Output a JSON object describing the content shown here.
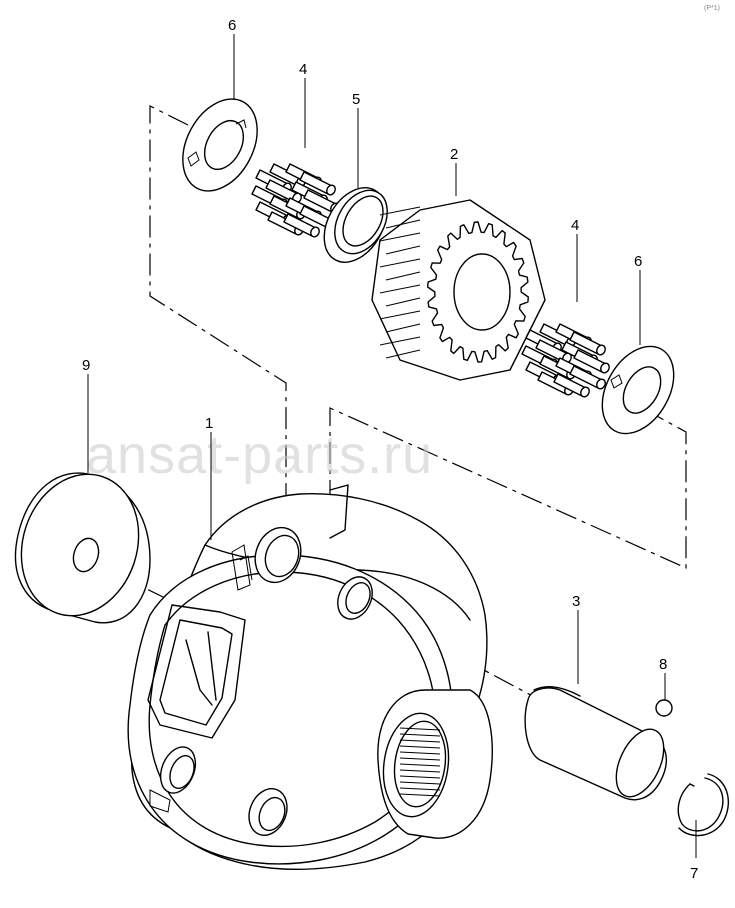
{
  "watermark": "ansat-parts.ru",
  "corner_code": "(P*1)",
  "callouts": [
    {
      "id": "6a",
      "text": "6"
    },
    {
      "id": "4a",
      "text": "4"
    },
    {
      "id": "5",
      "text": "5"
    },
    {
      "id": "2",
      "text": "2"
    },
    {
      "id": "4b",
      "text": "4"
    },
    {
      "id": "6b",
      "text": "6"
    },
    {
      "id": "9",
      "text": "9"
    },
    {
      "id": "1",
      "text": "1"
    },
    {
      "id": "3",
      "text": "3"
    },
    {
      "id": "8",
      "text": "8"
    },
    {
      "id": "7",
      "text": "7"
    }
  ]
}
